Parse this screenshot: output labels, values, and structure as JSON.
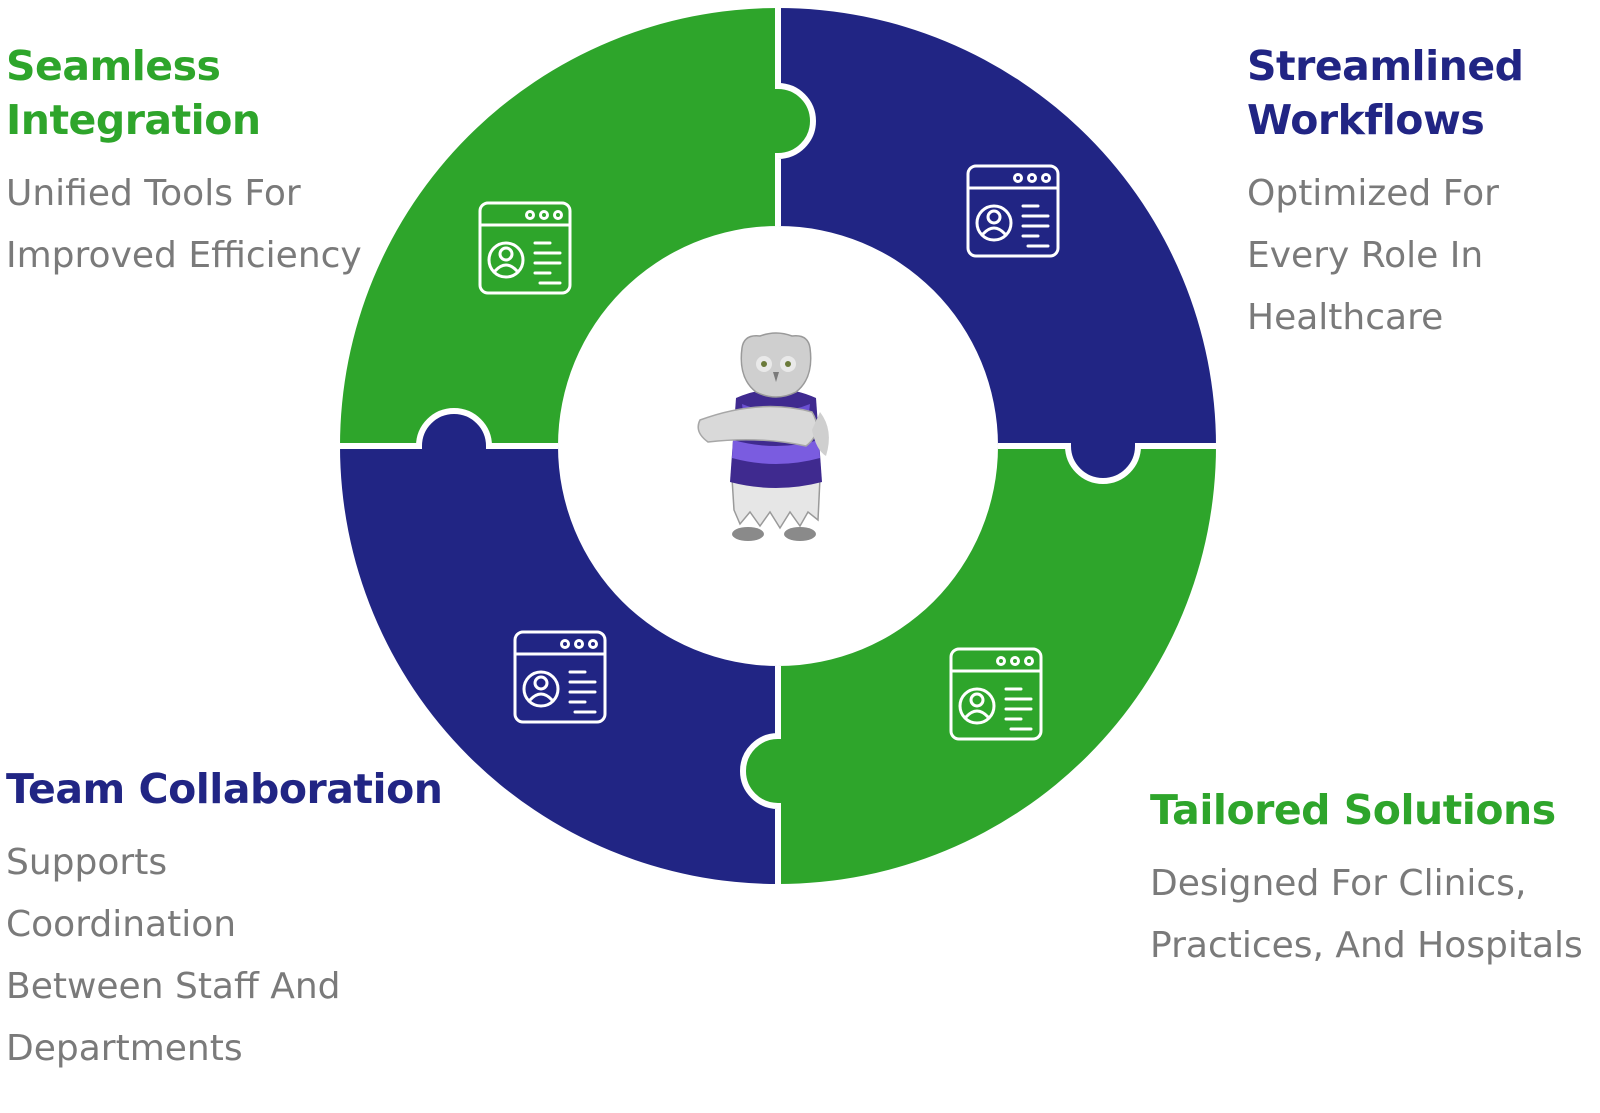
{
  "colors": {
    "green": "#2ea52b",
    "navy": "#212584",
    "desc_gray": "#7a7a7a",
    "center_bg": "#ffffff"
  },
  "center_image": "owl-mascot",
  "segments": [
    {
      "id": "seamless",
      "title": "Seamless Integration",
      "description": "Unified Tools For Improved Efficiency",
      "color": "green",
      "icon": "profile-window-icon"
    },
    {
      "id": "streamlined",
      "title": "Streamlined Workflows",
      "description": "Optimized For Every Role In Healthcare",
      "color": "navy",
      "icon": "profile-window-icon"
    },
    {
      "id": "team",
      "title": "Team Collaboration",
      "description": "Supports Coordination Between Staff And Departments",
      "color": "navy",
      "icon": "profile-window-icon"
    },
    {
      "id": "tailored",
      "title": "Tailored Solutions",
      "description": "Designed For Clinics, Practices, And Hospitals",
      "color": "green",
      "icon": "profile-window-icon"
    }
  ]
}
